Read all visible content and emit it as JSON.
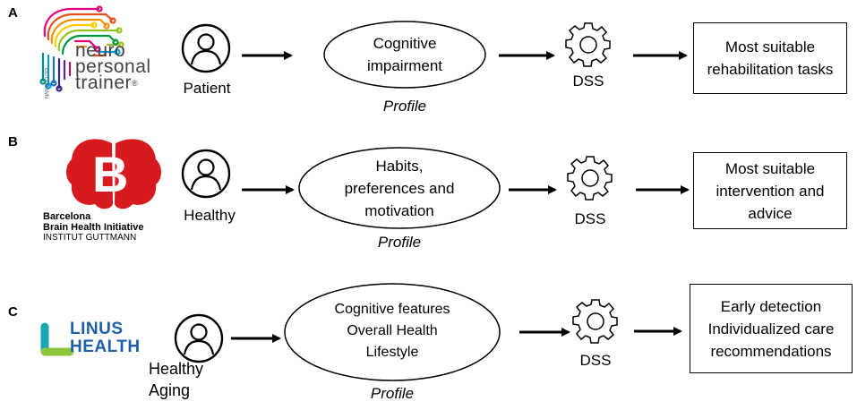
{
  "rows": [
    {
      "label": "A",
      "person": "Patient",
      "profile_content": [
        "Cognitive",
        "impairment"
      ],
      "profile_label": "Profile",
      "dss": "DSS",
      "output": [
        "Most suitable",
        "rehabilitation tasks"
      ]
    },
    {
      "label": "B",
      "person": "Healthy",
      "profile_content": [
        "Habits,",
        "preferences and",
        "motivation"
      ],
      "profile_label": "Profile",
      "dss": "DSS",
      "output": [
        "Most suitable",
        "intervention and",
        "advice"
      ]
    },
    {
      "label": "C",
      "person": [
        "Healthy",
        "Aging"
      ],
      "profile_content": [
        "Cognitive features",
        "Overall Health",
        "Lifestyle"
      ],
      "profile_label": "Profile",
      "dss": "DSS",
      "output": [
        "Early detection",
        "Individualized care",
        "recommendations"
      ]
    }
  ],
  "logos": {
    "neuro": {
      "lines": [
        "neuro",
        "personal",
        "trainer"
      ],
      "vertical": "GUTTMANN",
      "mark": "®"
    },
    "bbhi": {
      "letter": "B",
      "lines": [
        "Barcelona",
        "Brain Health Initiative",
        "INSTITUT GUTTMANN"
      ]
    },
    "linus": {
      "lines": [
        "LINUS",
        "HEALTH"
      ]
    }
  },
  "colors": {
    "bbhi_red": "#d71920",
    "linus_blue": "#1f5fa8",
    "linus_green": "#8cc63f",
    "linus_teal": "#1aa6b7"
  }
}
